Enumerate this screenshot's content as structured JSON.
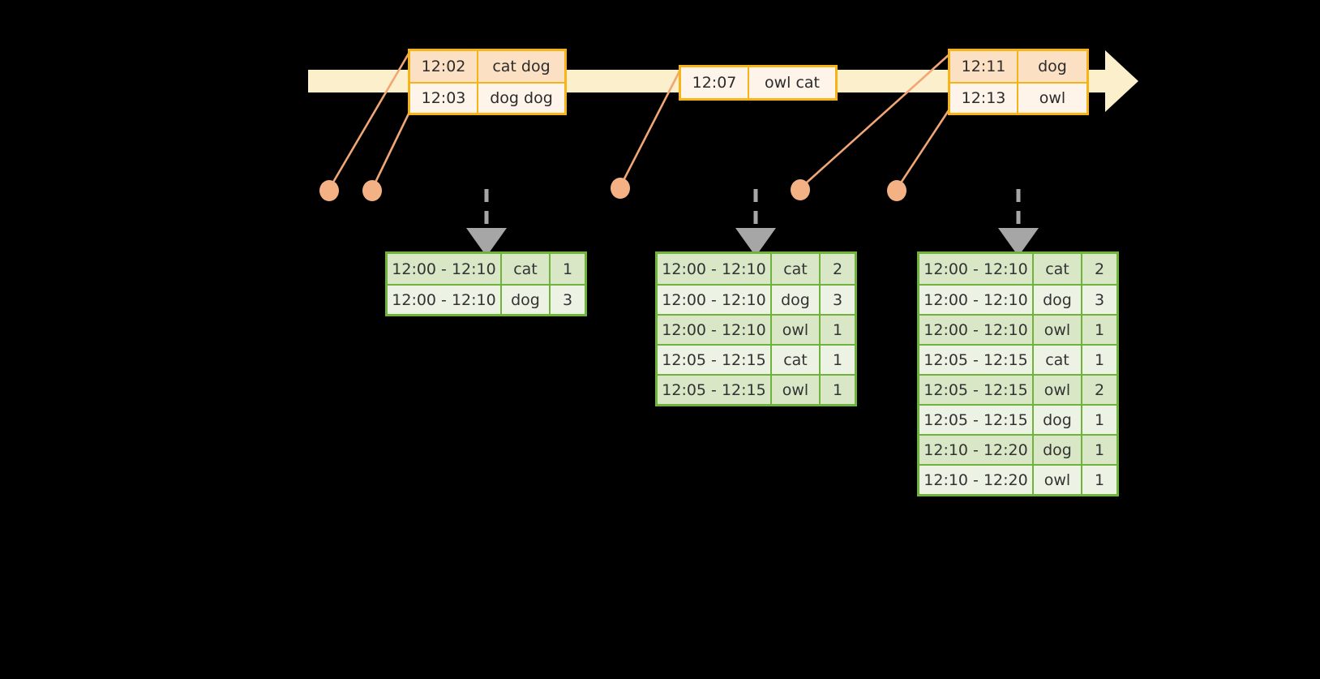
{
  "colors": {
    "timeline_band": "#FCEFCB",
    "event_border": "#F6B416",
    "event_shade": "#FBE0C4",
    "event_plain": "#FEF4EA",
    "table_border": "#6FB23C",
    "row_shade": "#D9E7C7",
    "row_plain": "#ECF2E4",
    "dot": "#F4B183",
    "connector": "#F0A675",
    "dashed_arrow": "#A6A6A6",
    "background": "#000000"
  },
  "timeline": {
    "name": "event-stream-timeline",
    "direction": "right",
    "event_groups": [
      {
        "name": "event-group-1",
        "rows": [
          {
            "time": "12:02",
            "value": "cat dog",
            "style": "shade"
          },
          {
            "time": "12:03",
            "value": "dog dog",
            "style": "plain"
          }
        ]
      },
      {
        "name": "event-group-2",
        "rows": [
          {
            "time": "12:07",
            "value": "owl cat",
            "style": "plain"
          }
        ]
      },
      {
        "name": "event-group-3",
        "rows": [
          {
            "time": "12:11",
            "value": "dog",
            "style": "shade"
          },
          {
            "time": "12:13",
            "value": "owl",
            "style": "plain"
          }
        ]
      }
    ],
    "dots": [
      {
        "name": "event-dot-1"
      },
      {
        "name": "event-dot-2"
      },
      {
        "name": "event-dot-3"
      },
      {
        "name": "event-dot-4"
      },
      {
        "name": "event-dot-5"
      }
    ]
  },
  "result_tables": [
    {
      "name": "result-table-1",
      "rows": [
        {
          "window": "12:00 - 12:10",
          "key": "cat",
          "count": "1",
          "style": "gA"
        },
        {
          "window": "12:00 - 12:10",
          "key": "dog",
          "count": "3",
          "style": "gB"
        }
      ]
    },
    {
      "name": "result-table-2",
      "rows": [
        {
          "window": "12:00 - 12:10",
          "key": "cat",
          "count": "2",
          "style": "gA"
        },
        {
          "window": "12:00 - 12:10",
          "key": "dog",
          "count": "3",
          "style": "gB"
        },
        {
          "window": "12:00 - 12:10",
          "key": "owl",
          "count": "1",
          "style": "gA"
        },
        {
          "window": "12:05 - 12:15",
          "key": "cat",
          "count": "1",
          "style": "gB"
        },
        {
          "window": "12:05 - 12:15",
          "key": "owl",
          "count": "1",
          "style": "gA"
        }
      ]
    },
    {
      "name": "result-table-3",
      "rows": [
        {
          "window": "12:00 - 12:10",
          "key": "cat",
          "count": "2",
          "style": "gA"
        },
        {
          "window": "12:00 - 12:10",
          "key": "dog",
          "count": "3",
          "style": "gB"
        },
        {
          "window": "12:00 - 12:10",
          "key": "owl",
          "count": "1",
          "style": "gA"
        },
        {
          "window": "12:05 - 12:15",
          "key": "cat",
          "count": "1",
          "style": "gB"
        },
        {
          "window": "12:05 - 12:15",
          "key": "owl",
          "count": "2",
          "style": "gA"
        },
        {
          "window": "12:05 - 12:15",
          "key": "dog",
          "count": "1",
          "style": "gB"
        },
        {
          "window": "12:10 - 12:20",
          "key": "dog",
          "count": "1",
          "style": "gA"
        },
        {
          "window": "12:10 - 12:20",
          "key": "owl",
          "count": "1",
          "style": "gB"
        }
      ]
    }
  ]
}
